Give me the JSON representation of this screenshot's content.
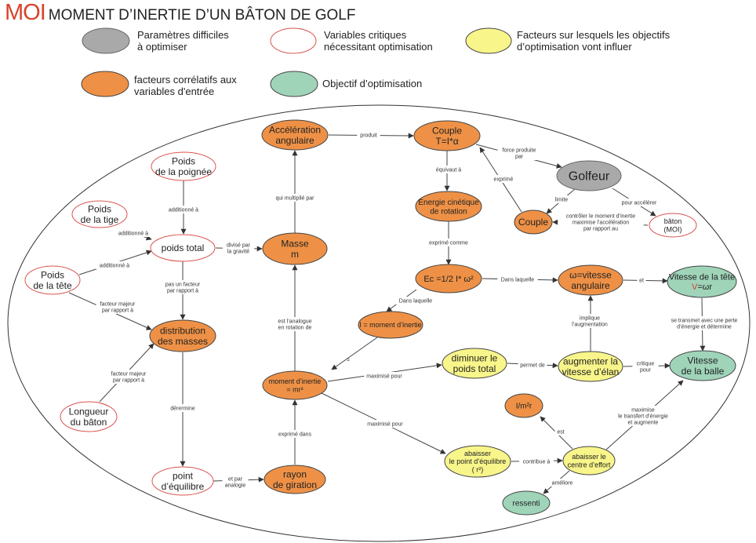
{
  "title": {
    "moi": "MOI",
    "rest": "MOMENT D’INERTIE  D’UN BÂTON DE GOLF"
  },
  "colors": {
    "gray": "#a9a9a9",
    "white": "#ffffff",
    "whiteStroke": "#d9534f",
    "yellow": "#f8f58a",
    "orange": "#ee9146",
    "green": "#9fd4b9",
    "accentRed": "#d8432b"
  },
  "legend": [
    {
      "id": "gray",
      "lines": [
        "Paramètres difficiles",
        "à optimiser"
      ]
    },
    {
      "id": "white",
      "lines": [
        "Variables critiques",
        "nécessitant optimisation"
      ]
    },
    {
      "id": "yellow",
      "lines": [
        "Facteurs sur lesquels les objectifs",
        "d’optimisation vont influer"
      ]
    },
    {
      "id": "orange",
      "lines": [
        "facteurs corrélatifs aux",
        "variables d'entrée"
      ]
    },
    {
      "id": "green",
      "lines": [
        "Objectif d’optimisation"
      ]
    }
  ],
  "nodes": [
    {
      "id": "acc",
      "type": "orange",
      "lines": [
        "Accélération",
        "angulaire"
      ]
    },
    {
      "id": "couple",
      "type": "orange",
      "lines": [
        "Couple",
        "T=I*α"
      ]
    },
    {
      "id": "golfeur",
      "type": "gray",
      "lines": [
        "Golfeur"
      ]
    },
    {
      "id": "poignee",
      "type": "white",
      "lines": [
        "Poids",
        "de la poignée"
      ]
    },
    {
      "id": "tige",
      "type": "white",
      "lines": [
        "Poids",
        "de la tige"
      ]
    },
    {
      "id": "tete",
      "type": "white",
      "lines": [
        "Poids",
        "de la tête"
      ]
    },
    {
      "id": "ptotal",
      "type": "white",
      "lines": [
        "poids total"
      ]
    },
    {
      "id": "masse",
      "type": "orange",
      "lines": [
        "Masse",
        "m"
      ]
    },
    {
      "id": "energie",
      "type": "orange",
      "lines": [
        "Énergie cinétique",
        "de rotation"
      ]
    },
    {
      "id": "couple2",
      "type": "orange",
      "lines": [
        "Couple"
      ]
    },
    {
      "id": "baton",
      "type": "white",
      "lines": [
        "bâton",
        "(MOI)"
      ]
    },
    {
      "id": "ec",
      "type": "orange",
      "lines": [
        "Ec =1/2 I* ω²"
      ]
    },
    {
      "id": "omega",
      "type": "orange",
      "lines": [
        "ω=vitesse",
        "angulaire"
      ]
    },
    {
      "id": "vtete",
      "type": "green",
      "lines": [
        "Vitesse de la tête",
        "V=ωr"
      ]
    },
    {
      "id": "imoment",
      "type": "orange",
      "lines": [
        "I = moment d’inertie"
      ]
    },
    {
      "id": "distrib",
      "type": "orange",
      "lines": [
        "distribution",
        "des masses"
      ]
    },
    {
      "id": "dimin",
      "type": "yellow",
      "lines": [
        "diminuer le",
        "poids total"
      ]
    },
    {
      "id": "augm",
      "type": "yellow",
      "lines": [
        "augmenter la",
        "vitesse  d’élan"
      ]
    },
    {
      "id": "vballe",
      "type": "green",
      "lines": [
        "Vitesse",
        "de la balle"
      ]
    },
    {
      "id": "moment",
      "type": "orange",
      "lines": [
        "moment d’inertie",
        "= mr²"
      ]
    },
    {
      "id": "longueur",
      "type": "white",
      "lines": [
        "Longueur",
        "du bâton"
      ]
    },
    {
      "id": "imr",
      "type": "orange",
      "lines": [
        "I/m²r"
      ]
    },
    {
      "id": "abaisser",
      "type": "yellow",
      "lines": [
        "abaisser",
        "le point d’équilibre",
        "( r²)"
      ]
    },
    {
      "id": "abaisser2",
      "type": "yellow",
      "lines": [
        "abaisser le",
        "centre d’effort"
      ]
    },
    {
      "id": "point",
      "type": "white",
      "lines": [
        "point",
        "d’équilibre"
      ]
    },
    {
      "id": "rayon",
      "type": "orange",
      "lines": [
        "rayon",
        "de giration"
      ]
    },
    {
      "id": "ressenti",
      "type": "green",
      "lines": [
        "ressenti"
      ]
    }
  ],
  "edges": [
    {
      "label": [
        "produit"
      ]
    },
    {
      "label": [
        "force produite",
        "par"
      ]
    },
    {
      "label": [
        "équivaut à"
      ]
    },
    {
      "label": [
        "exprimé"
      ]
    },
    {
      "label": [
        "limite"
      ]
    },
    {
      "label": [
        "pour accélérer"
      ]
    },
    {
      "label": [
        "contrôler le moment d’inertie",
        "maximise  l’accélération",
        "par rapport au"
      ]
    },
    {
      "label": [
        "qui multiplié par"
      ]
    },
    {
      "label": [
        "additionné à"
      ]
    },
    {
      "label": [
        "additionné à"
      ]
    },
    {
      "label": [
        "additionné à"
      ]
    },
    {
      "label": [
        "divisé par",
        "la gravité"
      ]
    },
    {
      "label": [
        "exprimé comme"
      ]
    },
    {
      "label": [
        "Dans laquelle"
      ]
    },
    {
      "label": [
        "et"
      ]
    },
    {
      "label": [
        "Dans laquelle"
      ]
    },
    {
      "label": [
        "pas un facteur",
        "par rapport à"
      ]
    },
    {
      "label": [
        "facteur majeur",
        "par rapport à"
      ]
    },
    {
      "label": [
        "est l’analogue",
        "en rotation de"
      ]
    },
    {
      "label": [
        "="
      ]
    },
    {
      "label": [
        "implique",
        "l’augmentation"
      ]
    },
    {
      "label": [
        "se transmet avec une perte",
        "d’énergie et détermine"
      ]
    },
    {
      "label": [
        "permet de"
      ]
    },
    {
      "label": [
        "critique",
        "pour"
      ]
    },
    {
      "label": [
        "maximisé pour"
      ]
    },
    {
      "label": [
        "facteur majeur",
        "par rapport à"
      ]
    },
    {
      "label": [
        "dérermine"
      ]
    },
    {
      "label": [
        "maximisé pour"
      ]
    },
    {
      "label": [
        "exprimé dans"
      ]
    },
    {
      "label": [
        "maximise",
        "le transfert d’énergie",
        "et augmente"
      ]
    },
    {
      "label": [
        "est"
      ]
    },
    {
      "label": [
        "contribue à"
      ]
    },
    {
      "label": [
        "améliore"
      ]
    },
    {
      "label": [
        "et par",
        "analogie"
      ]
    }
  ]
}
